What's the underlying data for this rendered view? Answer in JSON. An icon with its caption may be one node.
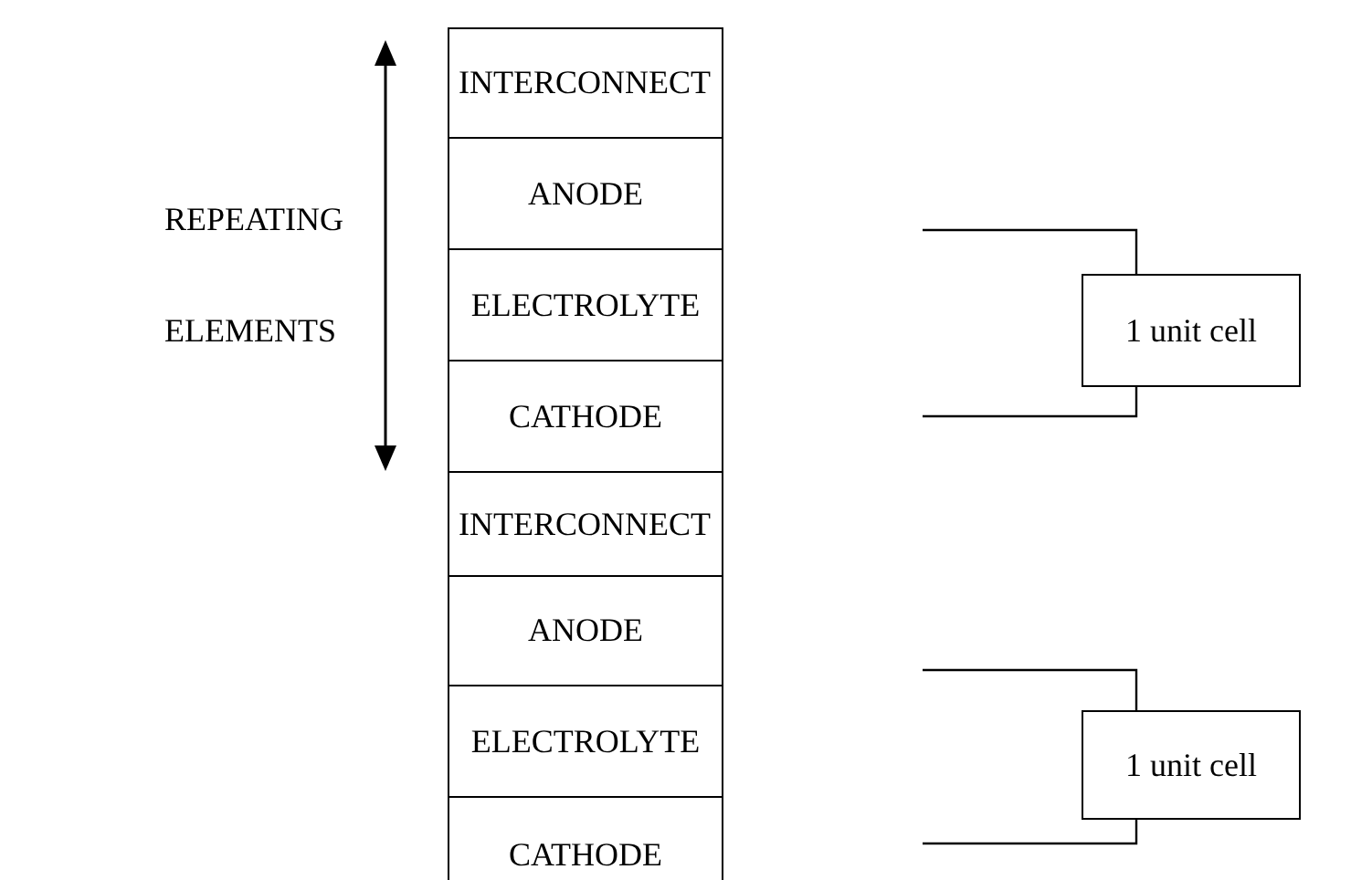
{
  "diagram": {
    "nodes": [
      {
        "text": [
          "INTERCONNECT"
        ]
      },
      {
        "text": [
          "ANODE"
        ]
      },
      {
        "text": [
          "ELECTROLYTE"
        ]
      },
      {
        "text": [
          "CATHODE"
        ]
      },
      {
        "text": [
          "INTERCONNECT"
        ]
      },
      {
        "text": [
          "ANODE"
        ]
      },
      {
        "text": [
          "ELECTROLYTE"
        ]
      },
      {
        "text": [
          "CATHODE"
        ]
      },
      {
        "text": [
          "1 unit cell"
        ]
      },
      {
        "text": [
          "1 unit cell"
        ]
      }
    ],
    "edges": [],
    "labels": [
      "REPEATING ELEMENTS"
    ]
  }
}
